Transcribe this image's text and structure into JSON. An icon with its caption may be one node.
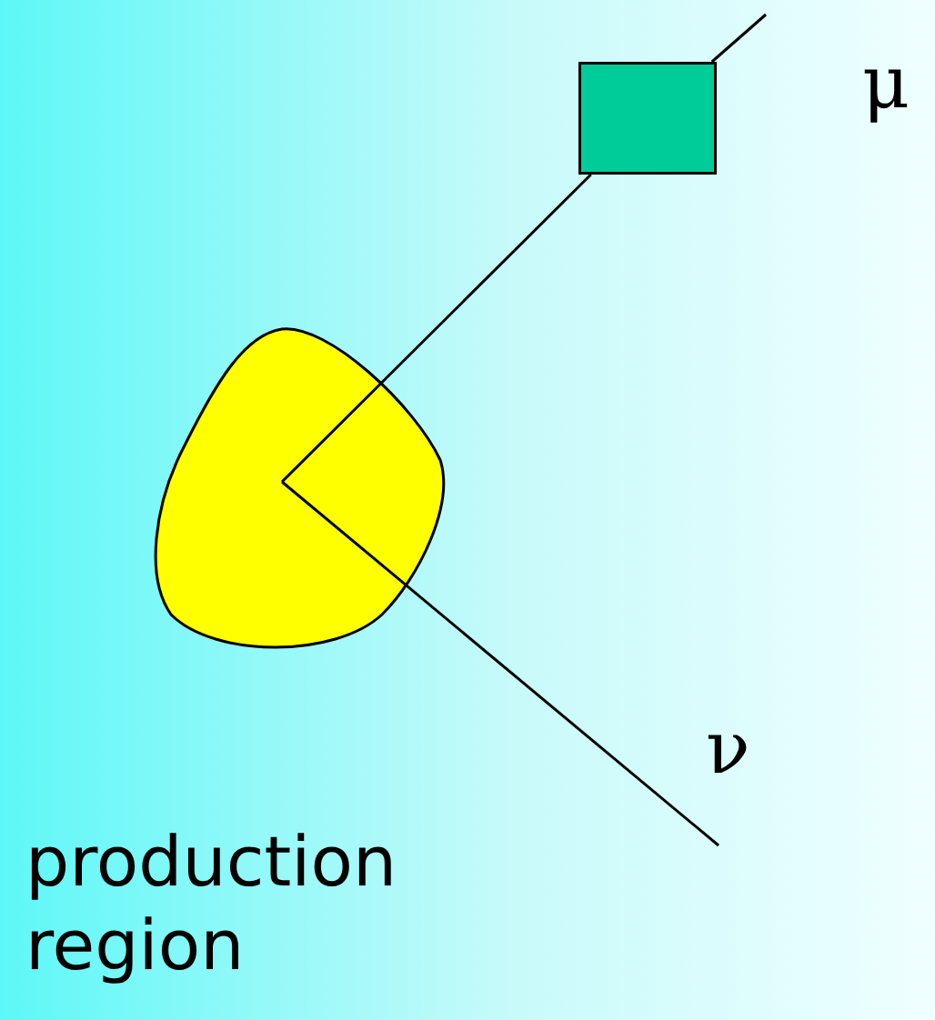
{
  "diagram": {
    "nodes": [
      {
        "text": [],
        "shape": "blob",
        "beside": [
          "production region"
        ]
      },
      {
        "text": [],
        "shape": "box"
      }
    ],
    "edges": [
      {
        "from": 0,
        "to": 1,
        "arrow": "none"
      },
      {
        "from": 1,
        "to": null,
        "arrow": "none",
        "label": "μ"
      },
      {
        "from": 0,
        "to": null,
        "arrow": "none",
        "label": "ν"
      }
    ]
  }
}
